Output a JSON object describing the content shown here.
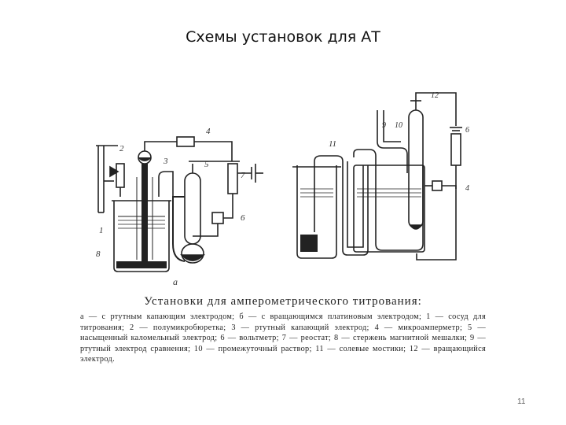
{
  "slide": {
    "title": "Схемы установок для АТ",
    "page_number": "11"
  },
  "figure": {
    "left_panel": {
      "panel_letter": "а",
      "labels": {
        "l1": "1",
        "l2": "2",
        "l3": "3",
        "l4": "4",
        "l5": "5",
        "l6": "6",
        "l7": "7",
        "l8": "8"
      }
    },
    "right_panel": {
      "labels": {
        "l9": "9",
        "l10": "10",
        "l11": "11",
        "l12": "12",
        "l4": "4",
        "l6": "6"
      }
    }
  },
  "caption": {
    "title": "Установки для амперометрического титрования:",
    "body": "а — с ртутным капающим электродом; б — с вращающимся платиновым электродом; 1 — сосуд для титрования; 2 — полумикробюретка; 3 — ртутный капающий электрод; 4 — микроамперметр; 5 — насыщенный каломельный электрод; 6 — вольтметр; 7 — реостат; 8 — стержень магнитной мешалки; 9 — ртутный электрод сравнения; 10 — промежуточный раствор; 11 — солевые мостики; 12 — вращающийся электрод."
  }
}
